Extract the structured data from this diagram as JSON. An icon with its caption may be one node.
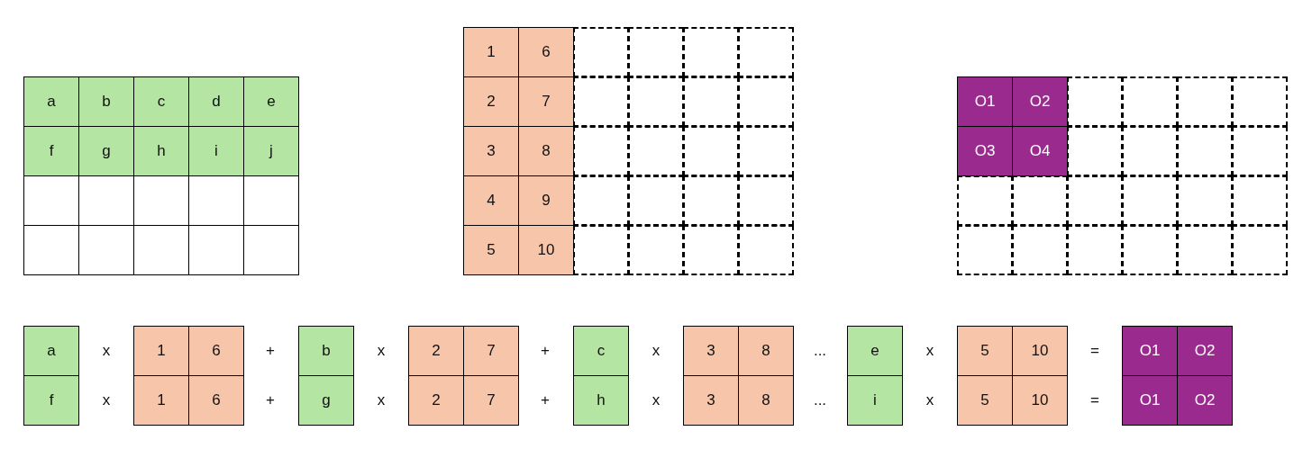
{
  "diagram": {
    "nodes": [
      {
        "text": [
          "a",
          "b",
          "c",
          "d",
          "e",
          "f",
          "g",
          "h",
          "i",
          "j"
        ]
      },
      {
        "text": [
          "1",
          "6",
          "2",
          "7",
          "3",
          "8",
          "4",
          "9",
          "5",
          "10"
        ]
      },
      {
        "text": [
          "O1",
          "O2",
          "O3",
          "O4"
        ]
      },
      {
        "text": [
          "a",
          "f"
        ]
      },
      {
        "text": [
          "1",
          "6",
          "1",
          "6"
        ]
      },
      {
        "text": [
          "b",
          "g"
        ]
      },
      {
        "text": [
          "2",
          "7",
          "2",
          "7"
        ]
      },
      {
        "text": [
          "c",
          "h"
        ]
      },
      {
        "text": [
          "3",
          "8",
          "3",
          "8"
        ]
      },
      {
        "text": [
          "e",
          "i"
        ]
      },
      {
        "text": [
          "5",
          "10",
          "5",
          "10"
        ]
      },
      {
        "text": [
          "O1",
          "O2",
          "O1",
          "O2"
        ]
      }
    ],
    "edges": [],
    "labels": [
      "x",
      "+",
      "x",
      "+",
      "x",
      "...",
      "x",
      "=",
      "x",
      "+",
      "x",
      "+",
      "x",
      "...",
      "x",
      "="
    ]
  }
}
